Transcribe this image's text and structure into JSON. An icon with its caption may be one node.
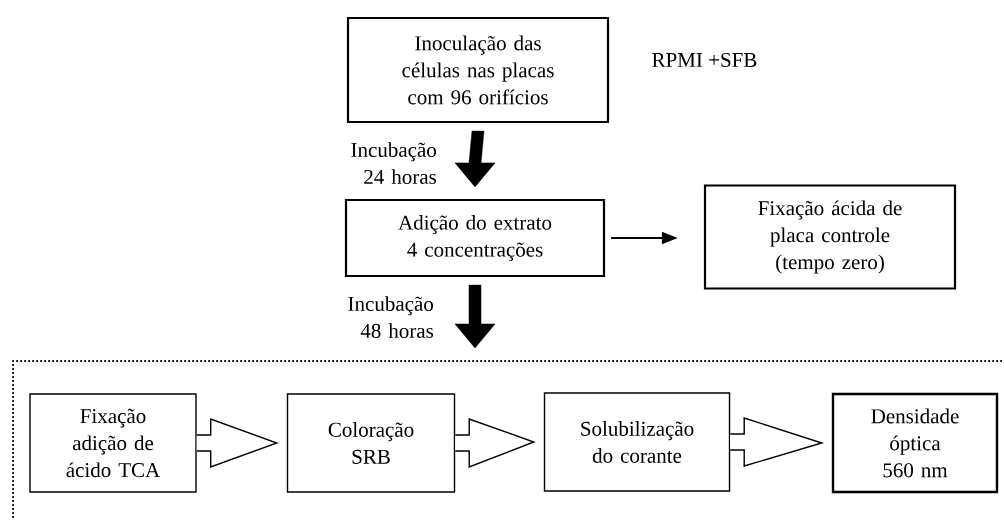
{
  "diagram": {
    "nodes": [
      {
        "text": [
          "Inoculação das células nas placas com 96 orifícios"
        ]
      },
      {
        "text": [
          "Adição do extrato 4 concentrações"
        ]
      },
      {
        "text": [
          "Fixação ácida de placa controle (tempo zero)"
        ]
      },
      {
        "text": [],
        "shape": "box"
      },
      {
        "text": [
          "Fixação adição de ácido TCA"
        ],
        "in": 3
      },
      {
        "text": [
          "Coloração SRB"
        ],
        "in": 3
      },
      {
        "text": [
          "Solubilização do corante"
        ],
        "in": 3
      },
      {
        "text": [
          "Densidade óptica 560 nm"
        ],
        "in": 3
      }
    ],
    "edges": [
      {
        "from": 0,
        "to": 1,
        "arrow": "to",
        "label": "Incubação 24 horas",
        "style": "thick"
      },
      {
        "from": 1,
        "to": 2,
        "arrow": "to"
      },
      {
        "from": 1,
        "to": 3,
        "arrow": "to",
        "label": "Incubação 48 horas",
        "style": "thick"
      },
      {
        "from": 4,
        "to": 5,
        "arrow": "to"
      },
      {
        "from": 5,
        "to": 6,
        "arrow": "to"
      },
      {
        "from": 6,
        "to": 7,
        "arrow": "to"
      }
    ],
    "labels": [
      "RPMI +SFB"
    ]
  }
}
